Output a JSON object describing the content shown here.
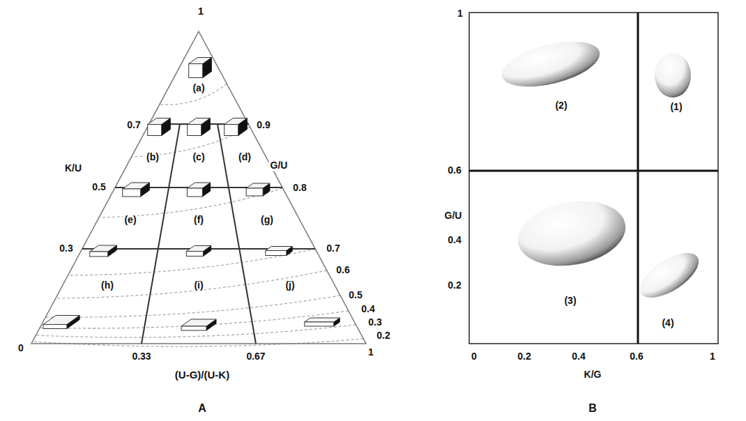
{
  "diagram": {
    "labels": [
      "1",
      "(a)",
      "0.7",
      "0.9",
      "K/U",
      "(b)",
      "(c)",
      "(d)",
      "G/U",
      "0.5",
      "0.8",
      "(e)",
      "(f)",
      "(g)",
      "0.3",
      "0.7",
      "0.6",
      "(h)",
      "(i)",
      "(j)",
      "0.5",
      "0.4",
      "0.3",
      "0.2",
      "1",
      "0",
      "0.33",
      "0.67",
      "(U-G)/(U-K)",
      "A",
      "1",
      "(2)",
      "(1)",
      "0.6",
      "G/U",
      "0.4",
      "0.2",
      "(3)",
      "(4)",
      "0",
      "0.2",
      "0.4",
      "0.6",
      "1",
      "K/G",
      "B"
    ]
  }
}
